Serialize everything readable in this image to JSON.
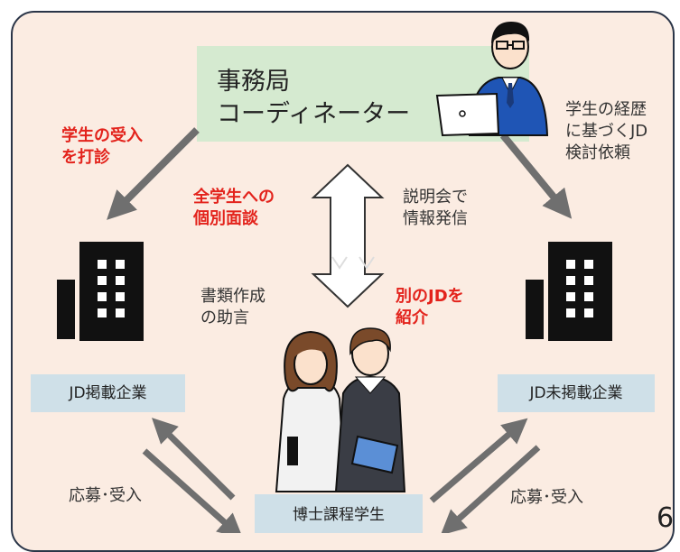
{
  "coordinator": {
    "label": "事務局\nコーディネーター"
  },
  "labels": {
    "sound_out": "学生の受入\nを打診",
    "jd_review": "学生の経歴\nに基づくJD\n検討依頼",
    "interviews": "全学生への\n個別面談",
    "info_session": "説明会で\n情報発信",
    "doc_advice": "書類作成\nの助言",
    "other_jd": "別のJDを\n紹介",
    "apply_left": "応募･受入",
    "apply_right": "応募･受入"
  },
  "nodes": {
    "jd_company": "JD掲載企業",
    "non_jd_company": "JD未掲載企業",
    "students": "博士課程学生"
  },
  "page_number": "6",
  "colors": {
    "panel_bg": "#fbece2",
    "coordinator_box": "#d5ead0",
    "node_box": "#cfe0e8",
    "emphasis_text": "#e3231c",
    "arrow": "#6f6f6f"
  }
}
